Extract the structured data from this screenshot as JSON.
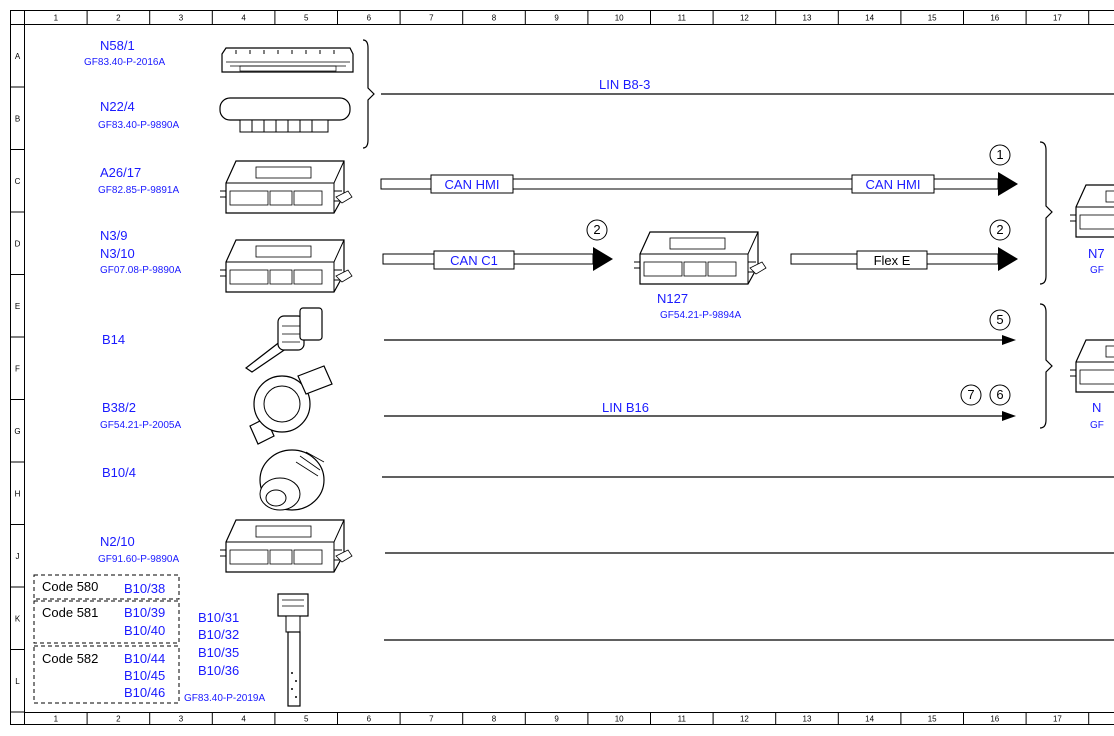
{
  "grid": {
    "columns": [
      "1",
      "2",
      "3",
      "4",
      "5",
      "6",
      "7",
      "8",
      "9",
      "10",
      "11",
      "12",
      "13",
      "14",
      "15",
      "16",
      "17"
    ],
    "rows": [
      "A",
      "B",
      "C",
      "D",
      "E",
      "F",
      "G",
      "H",
      "J",
      "K",
      "L"
    ]
  },
  "components": {
    "n58_1": {
      "name": "N58/1",
      "ref": "GF83.40-P-2016A"
    },
    "n22_4": {
      "name": "N22/4",
      "ref": "GF83.40-P-9890A"
    },
    "a26_17": {
      "name": "A26/17",
      "ref": "GF82.85-P-9891A"
    },
    "n3_9": {
      "name": "N3/9",
      "name2": "N3/10",
      "ref": "GF07.08-P-9890A"
    },
    "n127": {
      "name": "N127",
      "ref": "GF54.21-P-9894A"
    },
    "b14": {
      "name": "B14"
    },
    "b38_2": {
      "name": "B38/2",
      "ref": "GF54.21-P-2005A"
    },
    "b10_4": {
      "name": "B10/4"
    },
    "n2_10": {
      "name": "N2/10",
      "ref": "GF91.60-P-9890A"
    },
    "b10_sensors": {
      "names": [
        "B10/31",
        "B10/32",
        "B10/35",
        "B10/36"
      ],
      "ref": "GF83.40-P-2019A"
    },
    "right_a": {
      "name": "N7",
      "ref": "GF"
    },
    "right_b": {
      "name": "N",
      "ref": "GF"
    }
  },
  "codes": [
    {
      "code": "Code 580",
      "items": [
        "B10/38"
      ]
    },
    {
      "code": "Code 581",
      "items": [
        "B10/39",
        "B10/40"
      ]
    },
    {
      "code": "Code 582",
      "items": [
        "B10/44",
        "B10/45",
        "B10/46"
      ]
    }
  ],
  "buses": {
    "lin_b8_3": "LIN B8-3",
    "can_hmi_1": "CAN HMI",
    "can_hmi_2": "CAN HMI",
    "can_c1": "CAN C1",
    "flex_e": "Flex E",
    "lin_b16": "LIN B16"
  },
  "markers": {
    "m_hmi": "1",
    "m_canc1": "2",
    "m_flexe": "2",
    "m_b14": "5",
    "m_b38_a": "7",
    "m_b38_b": "6"
  }
}
